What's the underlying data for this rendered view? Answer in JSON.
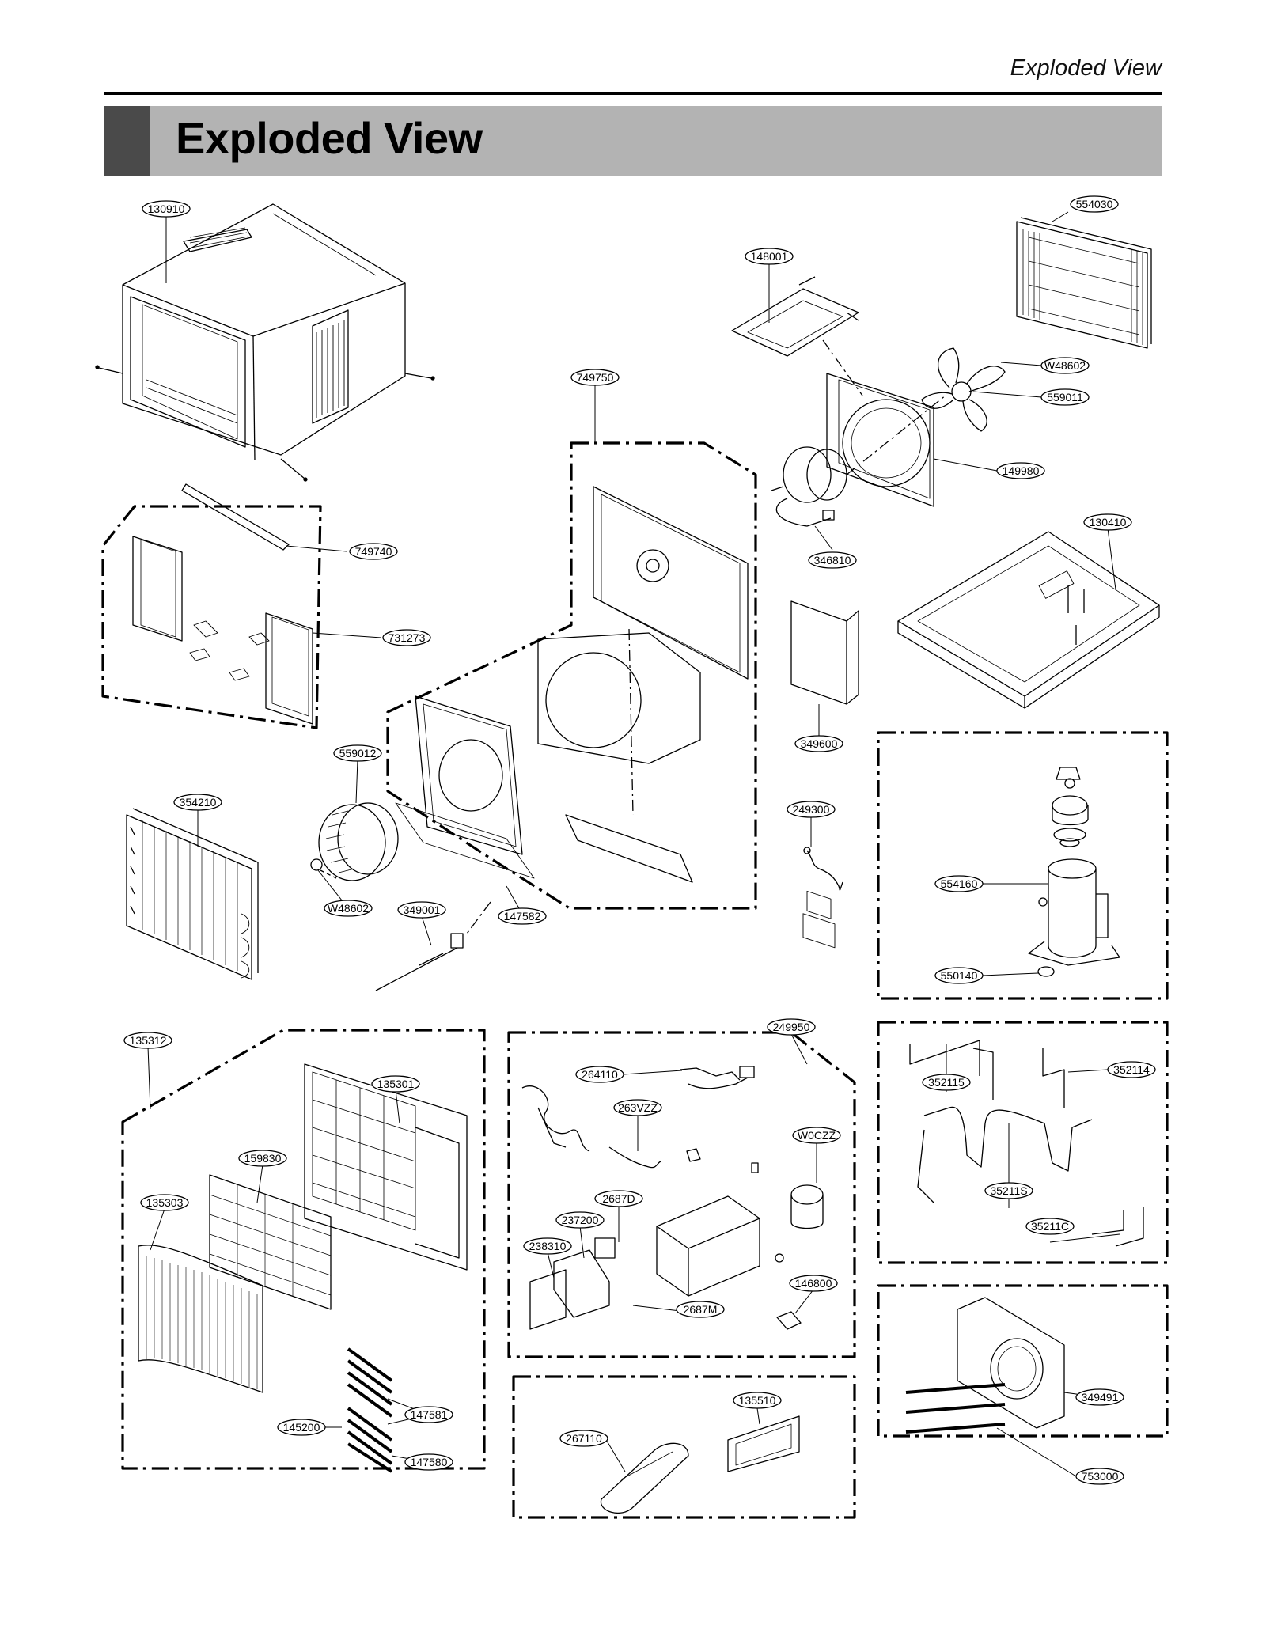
{
  "header": {
    "running_title": "Exploded View",
    "title": "Exploded View"
  },
  "parts": {
    "p130910": "130910",
    "p554030": "554030",
    "p148001": "148001",
    "p749750": "749750",
    "pW48602a": "W48602",
    "p559011": "559011",
    "p149980": "149980",
    "p749740": "749740",
    "p346810": "346810",
    "p130410": "130410",
    "p731273": "731273",
    "p349600": "349600",
    "p559012": "559012",
    "p354210": "354210",
    "p249300": "249300",
    "p554160": "554160",
    "pW48602b": "W48602",
    "p349001": "349001",
    "p147582": "147582",
    "p550140": "550140",
    "p135312": "135312",
    "p249950": "249950",
    "p264110": "264110",
    "p352114": "352114",
    "p135301": "135301",
    "p263VZZ": "263VZZ",
    "p352115": "352115",
    "pW0CZZ": "W0CZZ",
    "p159830": "159830",
    "p35211S": "35211S",
    "p135303": "135303",
    "p2687D": "2687D",
    "p237200": "237200",
    "p35211C": "35211C",
    "p238310": "238310",
    "p146800": "146800",
    "p2687M": "2687M",
    "p135510": "135510",
    "p349491": "349491",
    "p147581": "147581",
    "p267110": "267110",
    "p145200": "145200",
    "p147580": "147580",
    "p753000": "753000"
  },
  "colors": {
    "title_band": "#b3b3b3",
    "title_tab": "#4a4a4a",
    "line": "#000000"
  }
}
